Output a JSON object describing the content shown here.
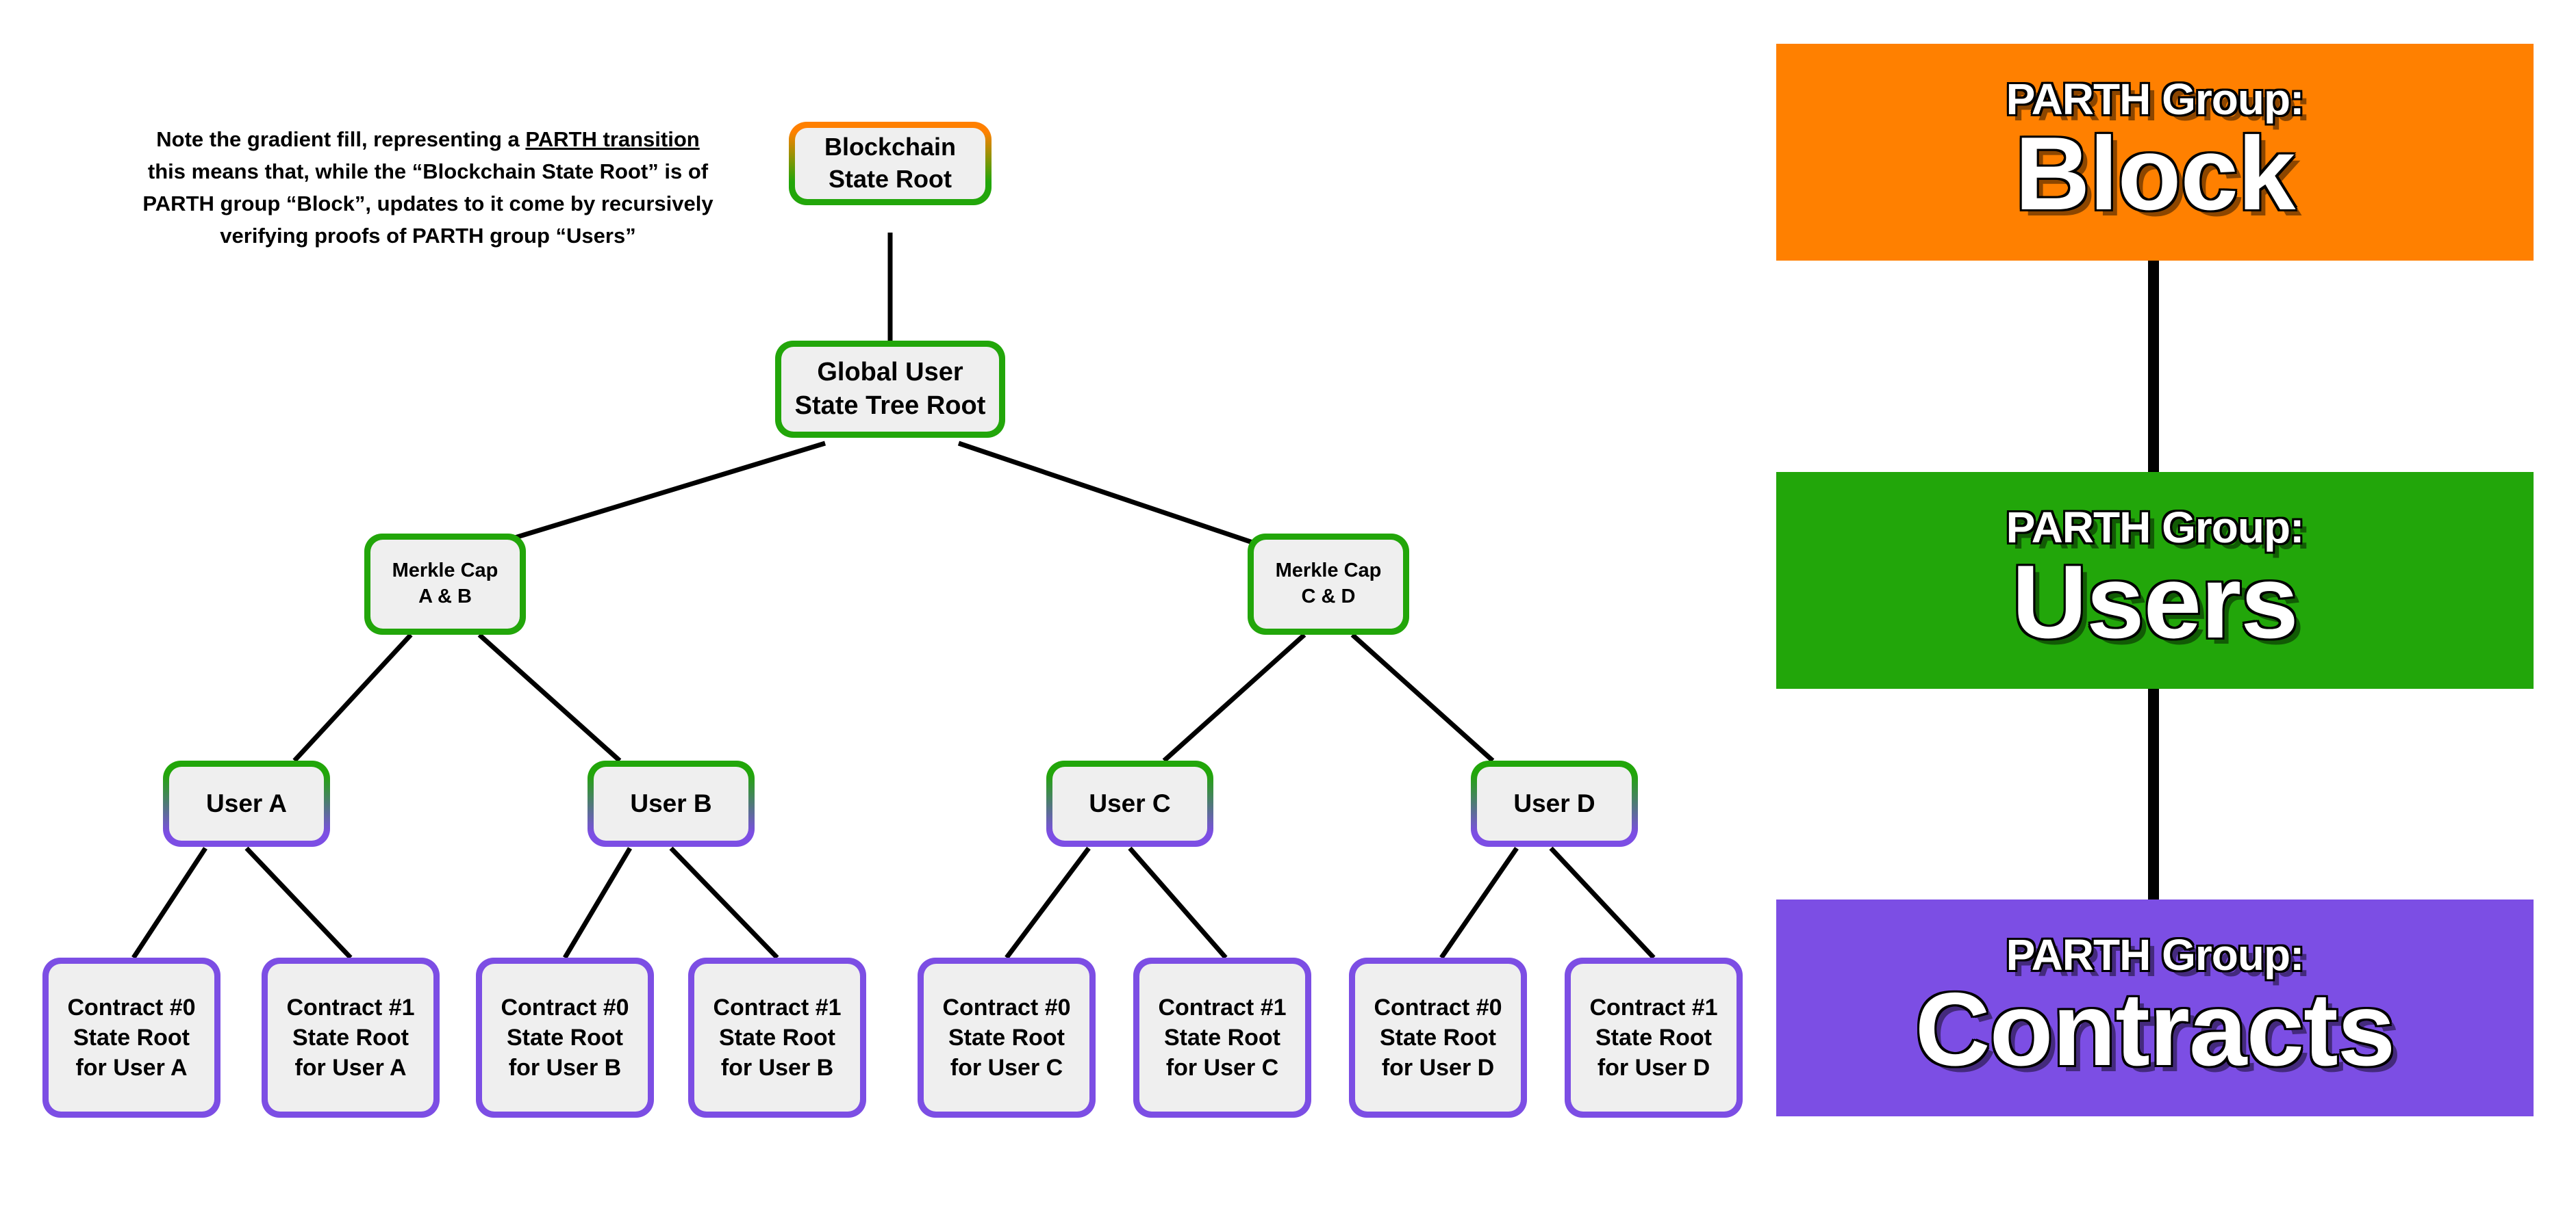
{
  "note": {
    "line1_pre": "Note the gradient fill, representing a ",
    "line1_underlined": "PARTH transition",
    "line2": "this means that, while the “Blockchain State Root” is of",
    "line3": "PARTH group “Block”, updates to it come by recursively",
    "line4": "verifying proofs of PARTH group “Users”"
  },
  "tree": {
    "root": {
      "line1": "Blockchain",
      "line2": "State Root",
      "border": "orange-to-green-gradient"
    },
    "global": {
      "line1": "Global User",
      "line2": "State Tree Root",
      "border": "#22a60a"
    },
    "caps": [
      {
        "line1": "Merkle Cap",
        "line2": "A & B",
        "border": "#22a60a"
      },
      {
        "line1": "Merkle Cap",
        "line2": "C & D",
        "border": "#22a60a"
      }
    ],
    "users": [
      {
        "label": "User A",
        "border": "green-to-purple-gradient"
      },
      {
        "label": "User B",
        "border": "green-to-purple-gradient"
      },
      {
        "label": "User C",
        "border": "green-to-purple-gradient"
      },
      {
        "label": "User D",
        "border": "green-to-purple-gradient"
      }
    ],
    "contracts": [
      {
        "line1": "Contract #0",
        "line2": "State Root",
        "line3": "for User A",
        "border": "#7c4ee4"
      },
      {
        "line1": "Contract #1",
        "line2": "State Root",
        "line3": "for User A",
        "border": "#7c4ee4"
      },
      {
        "line1": "Contract #0",
        "line2": "State Root",
        "line3": "for User B",
        "border": "#7c4ee4"
      },
      {
        "line1": "Contract #1",
        "line2": "State Root",
        "line3": "for User B",
        "border": "#7c4ee4"
      },
      {
        "line1": "Contract #0",
        "line2": "State Root",
        "line3": "for User C",
        "border": "#7c4ee4"
      },
      {
        "line1": "Contract #1",
        "line2": "State Root",
        "line3": "for User C",
        "border": "#7c4ee4"
      },
      {
        "line1": "Contract #0",
        "line2": "State Root",
        "line3": "for User D",
        "border": "#7c4ee4"
      },
      {
        "line1": "Contract #1",
        "line2": "State Root",
        "line3": "for User D",
        "border": "#7c4ee4"
      }
    ]
  },
  "legend": {
    "subtitle": "PARTH Group:",
    "panels": [
      {
        "name": "Block",
        "color": "#ff8000"
      },
      {
        "name": "Users",
        "color": "#22a60a"
      },
      {
        "name": "Contracts",
        "color": "#7c4ee4"
      }
    ]
  },
  "colors": {
    "orange": "#ff8000",
    "green": "#22a60a",
    "purple": "#7c4ee4",
    "node_fill": "#efefef",
    "line": "#000000",
    "background": "#ffffff"
  }
}
